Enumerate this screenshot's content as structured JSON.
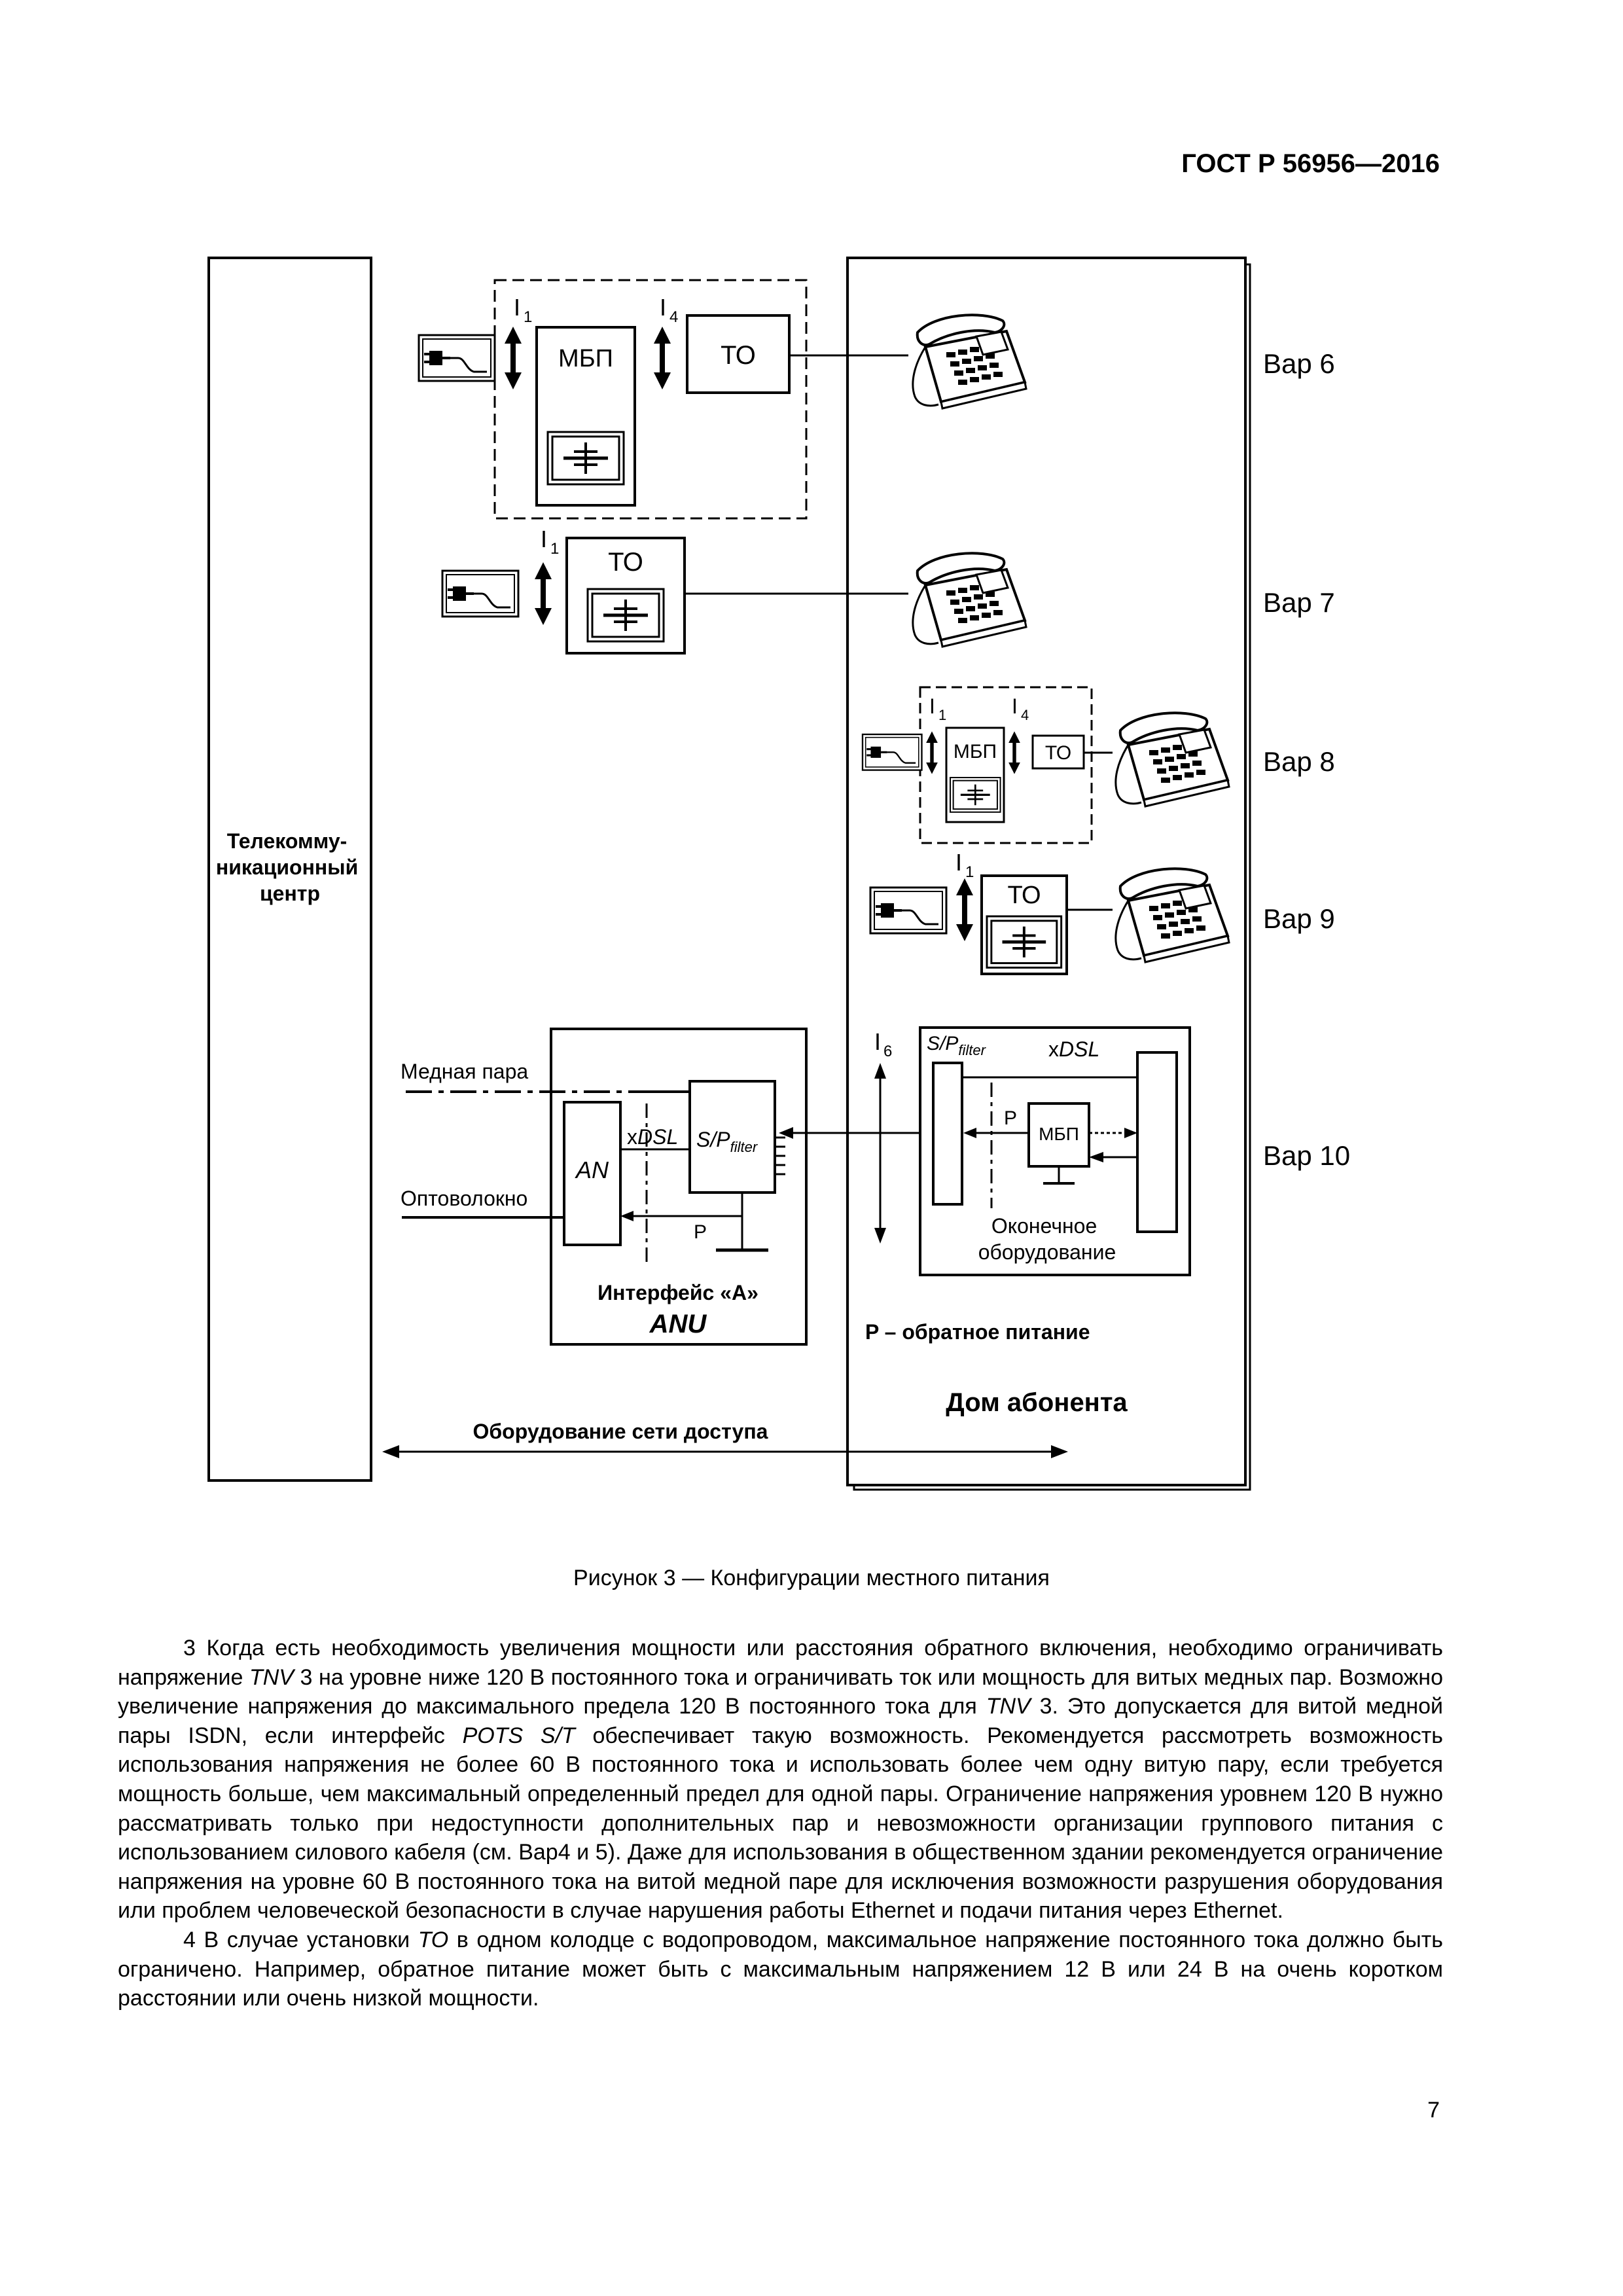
{
  "header": {
    "standard": "ГОСТ Р 56956—2016"
  },
  "figure": {
    "telecom_center": [
      "Телекомму-",
      "никационный",
      "центр"
    ],
    "variants": [
      "Вар 6",
      "Вар 7",
      "Вар 8",
      "Вар 9",
      "Вар 10"
    ],
    "mbp": "МБП",
    "to": "ТО",
    "iface_i1": "I",
    "iface_i1_sub": "1",
    "iface_i4": "I",
    "iface_i4_sub": "4",
    "iface_i6": "I",
    "iface_i6_sub": "6",
    "copper_pair": "Медная пара",
    "fiber": "Оптоволокно",
    "an": "AN",
    "xdsl_x": "x",
    "xdsl_dsl": "DSL",
    "sp": "S/P",
    "sp_sub": "filter",
    "p": "P",
    "interface_a": "Интерфейс «A»",
    "anu": "ANU",
    "terminal_equipment": [
      "Оконечное",
      "оборудование"
    ],
    "backfeed_note": "P – обратное питание",
    "subscriber_home": "Дом абонента",
    "access_network": "Оборудование сети доступа"
  },
  "caption": "Рисунок 3 — Конфигурации местного питания",
  "paragraphs": [
    {
      "segments": [
        {
          "t": "3 Когда есть необходимость увеличения мощности или расстояния обратного включения, необходимо ограничивать напряжение "
        },
        {
          "t": "TNV",
          "i": true
        },
        {
          "t": " 3 на уровне ниже 120 В постоянного тока и ограничивать ток или мощность для витых медных пар. Возможно увеличение напряжения до максимального предела 120 В постоянного тока для "
        },
        {
          "t": "TNV",
          "i": true
        },
        {
          "t": " 3. Это допускается для витой медной пары ISDN, если интерфейс "
        },
        {
          "t": "POTS S/T",
          "i": true
        },
        {
          "t": " обеспечивает такую возможность. Рекомендуется рассмотреть возможность использования напряжения не более 60 В постоянного тока и использовать более чем одну витую пару, если требуется мощность больше, чем максимальный определенный предел для одной пары. Ограничение напряжения уровнем 120 В нужно рассматривать только при недоступности дополнительных пар и невозможности организации группового питания с использованием силового кабеля (см. Вар4 и 5). Даже для использования в общественном здании рекомендуется ограничение напряжения на уровне 60 В постоянного тока на витой медной паре для исключения возможности разрушения оборудования или проблем человеческой безопасности в случае нарушения работы Ethernet и подачи питания через Ethernet."
        }
      ]
    },
    {
      "segments": [
        {
          "t": "4 В случае установки "
        },
        {
          "t": "ТО",
          "i": true
        },
        {
          "t": " в одном колодце с водопроводом, максимальное напряжение постоянного тока должно быть ограничено. Например, обратное питание может быть с максимальным напряжением 12 В или 24 В на очень коротком расстоянии или очень низкой мощности."
        }
      ]
    }
  ],
  "page_number": "7"
}
